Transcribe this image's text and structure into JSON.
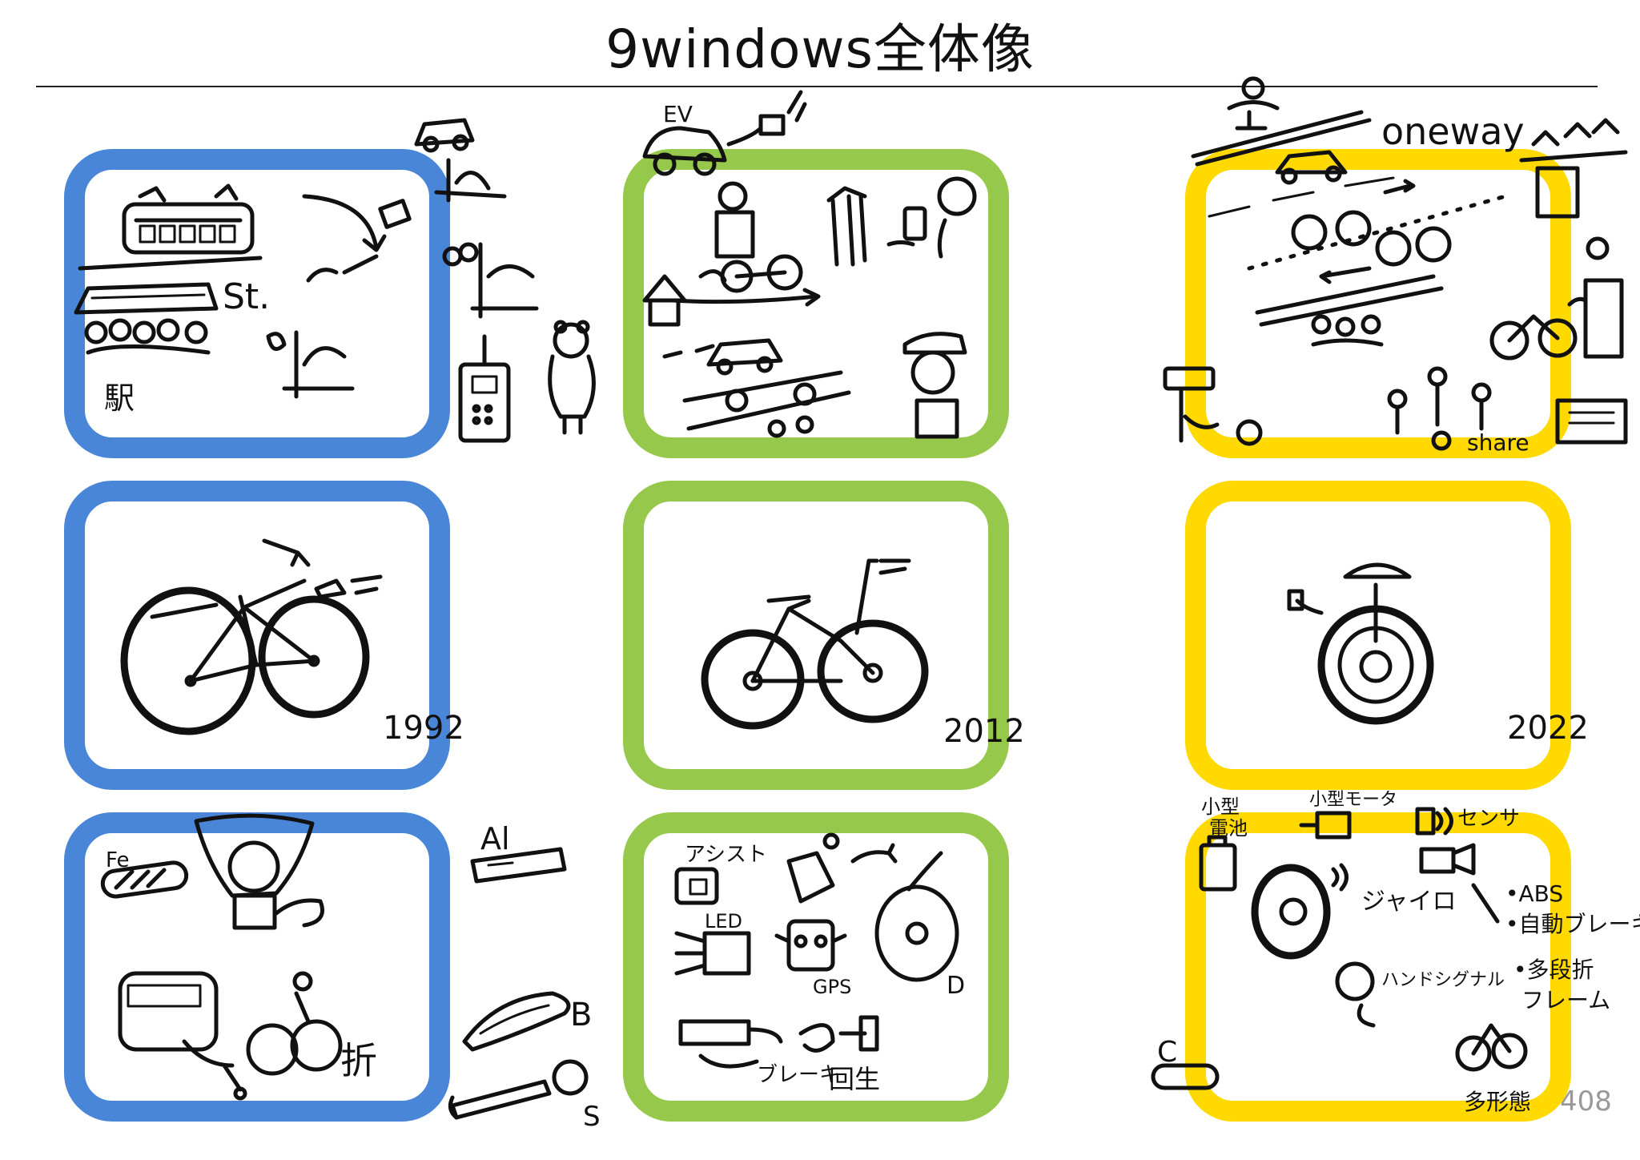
{
  "title": "9windows全体像",
  "years": {
    "past": "1992",
    "present": "2012",
    "future": "2022"
  },
  "page_number": "408",
  "sketch_labels": {
    "station_st": "St.",
    "station_kanji": "駅",
    "ev": "EV",
    "oneway": "oneway",
    "share": "share",
    "fe": "Fe",
    "al": "Al",
    "b": "B",
    "s": "S",
    "assist": "アシスト",
    "led": "LED",
    "gps": "GPS",
    "d": "D",
    "brake_regen": "ブレーキ",
    "regen": "回生",
    "fold": "折",
    "small_battery": "小型",
    "battery": "電池",
    "small_motor": "小型モータ",
    "sensor": "センサ",
    "gyro": "ジャイロ",
    "hand_signal": "ハンドシグナル",
    "abs": "•ABS",
    "auto_brake": "•自動ブレーキ",
    "multi_fold": "•多段折",
    "frame": "フレーム",
    "c": "C",
    "multi_shape": "多形態"
  },
  "colors": {
    "past": "#4a86d8",
    "present": "#96c84b",
    "future": "#ffd900"
  }
}
